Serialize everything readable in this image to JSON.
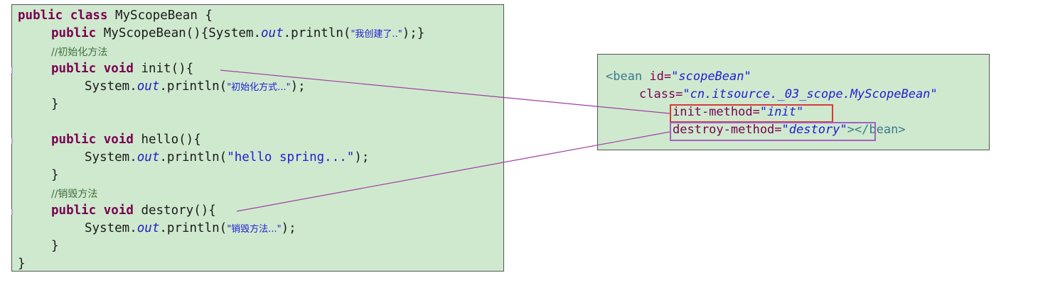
{
  "java": {
    "class_kw": "public class",
    "class_name": " MyScopeBean {",
    "ctor_kw": "public",
    "ctor_sig": " MyScopeBean(){System.",
    "ctor_out": "out",
    "ctor_println": ".println(",
    "ctor_str": "\"我创建了..\"",
    "ctor_end": ");}",
    "comment_init": "//初始化方法",
    "init_kw": "public void",
    "init_sig": " init(){",
    "init_body_pre": "System.",
    "init_body_out": "out",
    "init_body_println": ".println(",
    "init_body_str": "\"初始化方式...\"",
    "init_body_end": ");",
    "init_close": "}",
    "hello_kw": "public void",
    "hello_sig": " hello(){",
    "hello_body_pre": "System.",
    "hello_body_out": "out",
    "hello_body_println": ".println(",
    "hello_body_str": "\"hello spring...\"",
    "hello_body_end": ");",
    "hello_close": "}",
    "comment_destroy": "//销毁方法",
    "destroy_kw": "public void",
    "destroy_sig": " destory(){",
    "destroy_body_pre": "System.",
    "destroy_body_out": "out",
    "destroy_body_println": ".println(",
    "destroy_body_str": "\"销毁方法...\"",
    "destroy_body_end": ");",
    "destroy_close": "}",
    "class_close": "}"
  },
  "xml": {
    "line1_tag": "<bean ",
    "line1_attr": "id=",
    "line1_val": "\"scopeBean\"",
    "line2_attr": "class=",
    "line2_val": "\"cn.itsource._03_scope.MyScopeBean\"",
    "line3_attr": "init-method=",
    "line3_val": "\"init\"",
    "line4_attr": "destroy-method=",
    "line4_val": "\"destory\"",
    "line4_tag": "></bean>"
  },
  "colors": {
    "panel_bg": "#cfe9cf",
    "keyword": "#7a0050",
    "string": "#2020d0",
    "init_box": "#d63a3a",
    "destroy_box": "#a560c0",
    "connector": "#a040a0"
  }
}
